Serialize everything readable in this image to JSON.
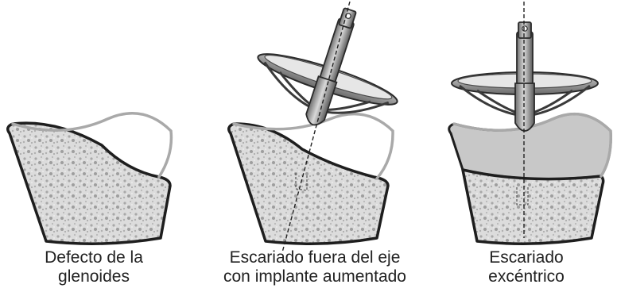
{
  "panels": [
    {
      "caption": [
        "Defecto de la",
        "glenoides"
      ]
    },
    {
      "caption": [
        "Escariado fuera del eje",
        "con implante aumentado"
      ]
    },
    {
      "caption": [
        "Escariado",
        "excéntrico"
      ]
    }
  ],
  "colors": {
    "bone_fill": "#dcdcdc",
    "bone_outline": "#1e1e1e",
    "original_surface": "#a9a9a9",
    "removed_wedge": "#c8c8c8",
    "reamer_metal": "#9a9a9a",
    "reamer_dark": "#4a4a4a",
    "axis_line": "#222222"
  },
  "icons": [
    "cancellous-bone-texture",
    "glenoid-reamer",
    "reaming-axis-line"
  ]
}
